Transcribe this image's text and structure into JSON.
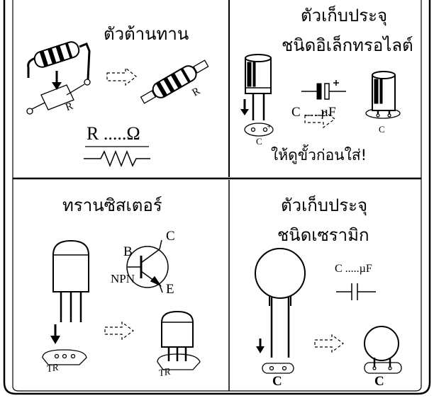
{
  "panels": {
    "resistor": {
      "title": "ตัวต้านทาน",
      "board_label": "R",
      "part_label": "R",
      "value_text": "R .....Ω"
    },
    "electrolytic": {
      "title_line1": "ตัวเก็บประจุ",
      "title_line2": "ชนิดอิเล็กทรอไลต์",
      "value_text": "C .....µF",
      "board_label": "C",
      "board_label_2": "C",
      "warning": "ให้ดูขั้วก่อนใส่!"
    },
    "transistor": {
      "title": "ทรานซิสเตอร์",
      "pin_c": "C",
      "pin_b": "B",
      "pin_e": "E",
      "type_label": "NPN",
      "board_label": "TR",
      "board_label_2": "TR"
    },
    "ceramic": {
      "title_line1": "ตัวเก็บประจุ",
      "title_line2": "ชนิดเซรามิก",
      "value_text": "C .....µF",
      "board_label": "C",
      "board_label_2": "C"
    }
  }
}
